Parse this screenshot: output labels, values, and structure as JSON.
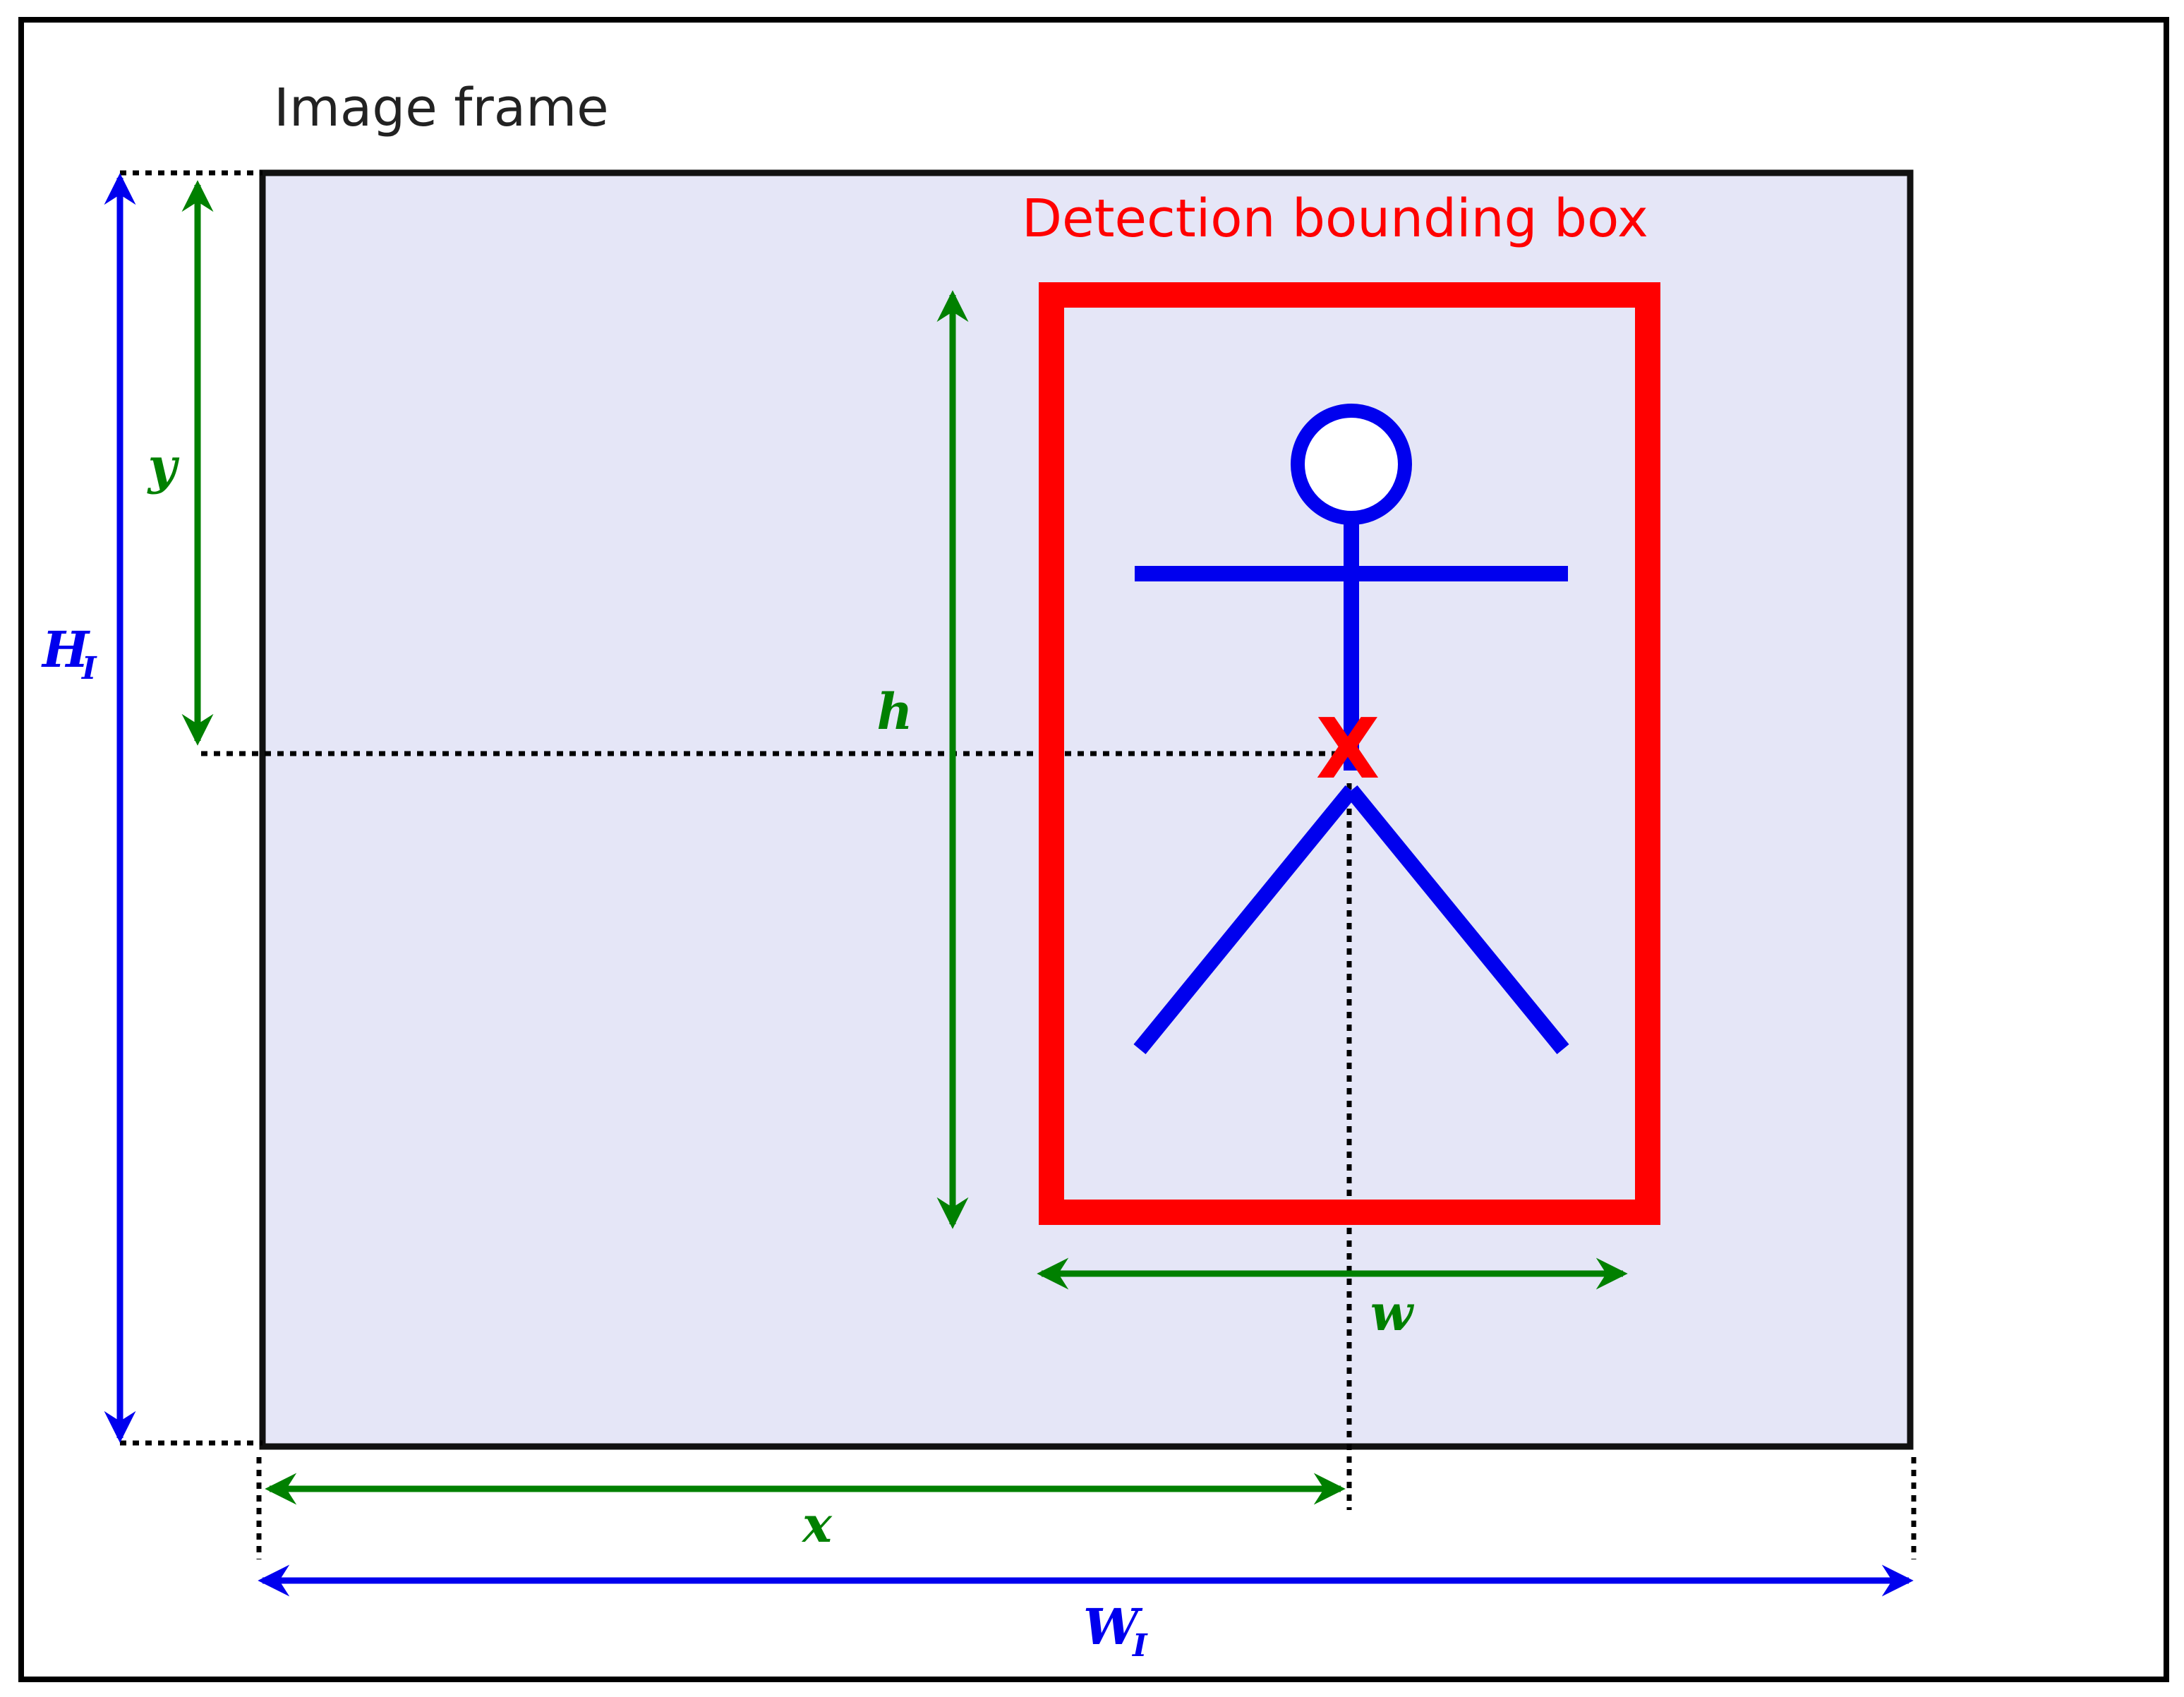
{
  "labels": {
    "image_frame": "Image frame",
    "detection_box": "Detection bounding box",
    "center_marker": "X",
    "y": "y",
    "h": "h",
    "w": "w",
    "x": "x",
    "H": "H",
    "H_sub": "I",
    "W": "W",
    "W_sub": "I"
  },
  "colors": {
    "frame_fill": "#e5e6f7",
    "frame_stroke": "#111111",
    "box": "#ff0000",
    "figure": "#0000ee",
    "green": "#008000",
    "blue": "#0000ee",
    "dotted": "#000000",
    "outer_border": "#000000"
  },
  "icons": {
    "arrow": "double-headed-arrow",
    "figure": "stick-figure-icon",
    "center": "center-x-marker"
  }
}
